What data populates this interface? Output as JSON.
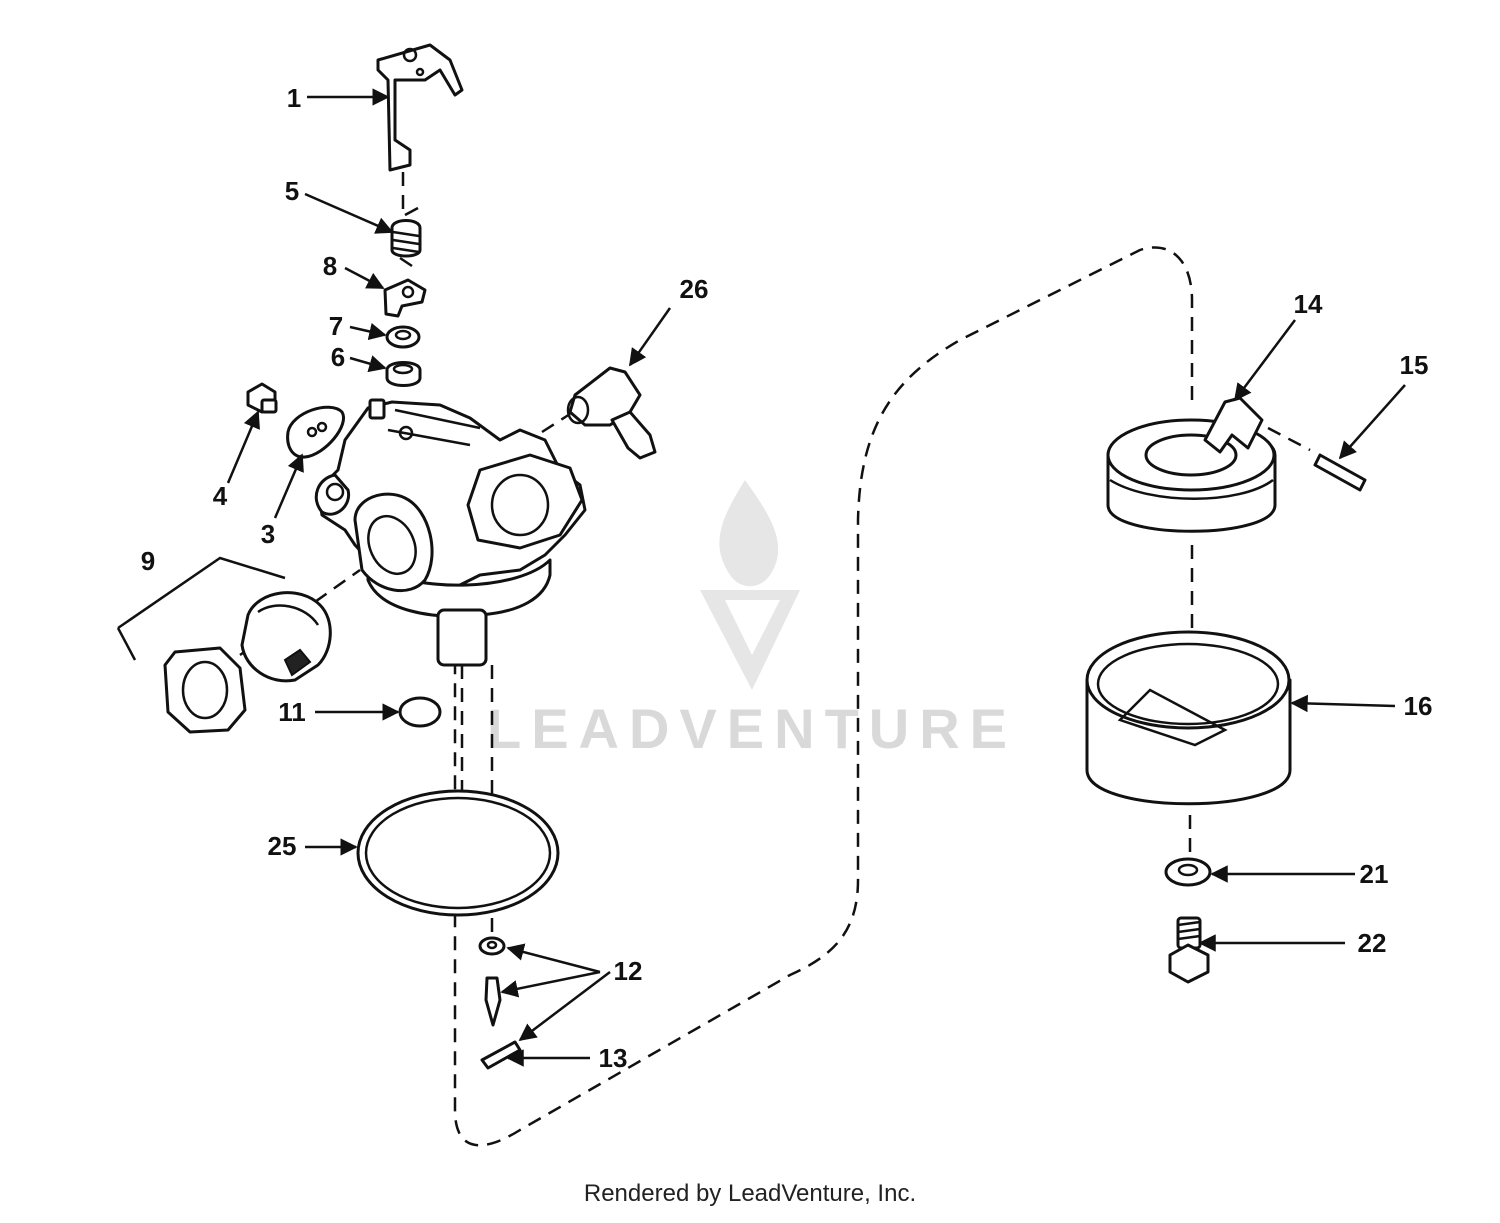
{
  "watermark": {
    "brand": "LEADVENTURE"
  },
  "footer": {
    "text": "Rendered by LeadVenture, Inc."
  },
  "callouts": {
    "c1": "1",
    "c3": "3",
    "c4": "4",
    "c5": "5",
    "c6": "6",
    "c7": "7",
    "c8": "8",
    "c9": "9",
    "c11": "11",
    "c12": "12",
    "c13": "13",
    "c14": "14",
    "c15": "15",
    "c16": "16",
    "c21": "21",
    "c22": "22",
    "c25": "25",
    "c26": "26"
  },
  "icons": {
    "watermark_logo": "flame-v-logo-icon",
    "arrow": "arrowhead-icon"
  }
}
